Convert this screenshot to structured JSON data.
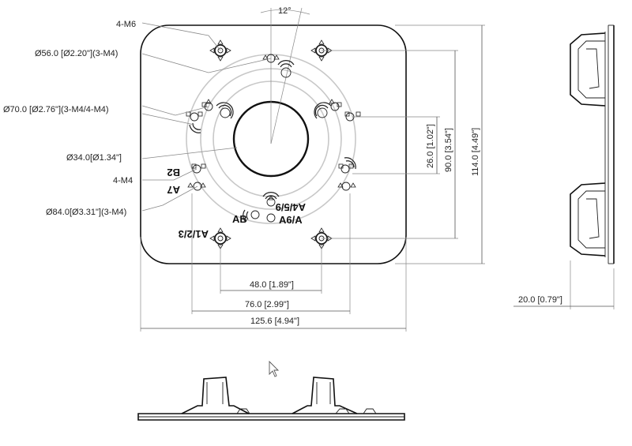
{
  "labels": {
    "angle": "12°",
    "m6": "4-M6",
    "d56": "Ø56.0 [Ø2.20\"](3-M4)",
    "d70": "Ø70.0 [Ø2.76\"](3-M4/4-M4)",
    "d34": "Ø34.0[Ø1.34\"]",
    "m4": "4-M4",
    "d84": "Ø84.0[Ø3.31\"](3-M4)",
    "w48": "48.0 [1.89\"]",
    "w76": "76.0 [2.99\"]",
    "w125": "125.6 [4.94\"]",
    "h26": "26.0 [1.02\"]",
    "h90": "90.0 [3.54\"]",
    "h114": "114.0 [4.49\"]",
    "t20": "20.0 [0.79\"]"
  },
  "markings": {
    "b2": "B2",
    "a7": "A7",
    "a459": "A4/5/9",
    "a6a": "A6/A",
    "ab": "AB",
    "a123": "A1/2/3"
  }
}
